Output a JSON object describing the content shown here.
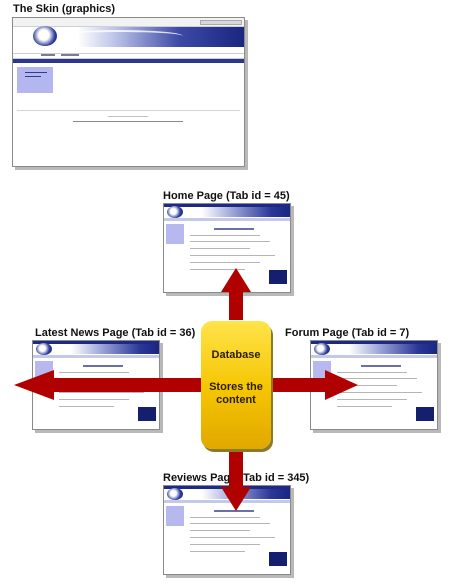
{
  "skin": {
    "label": "The Skin (graphics)"
  },
  "pages": {
    "home": {
      "label": "Home Page  (Tab id = 45)"
    },
    "latest_news": {
      "label": "Latest News Page  (Tab id = 36)"
    },
    "forum": {
      "label": "Forum Page  (Tab id = 7)"
    },
    "reviews": {
      "label": "Reviews Page  (Tab id = 345)"
    }
  },
  "database": {
    "title": "Database",
    "subtitle": "Stores the content"
  },
  "colors": {
    "arrow": "#b00000",
    "database": "#f5c400",
    "skin_blue": "#1a2680",
    "sidebar_lavender": "#b7b9ee"
  }
}
